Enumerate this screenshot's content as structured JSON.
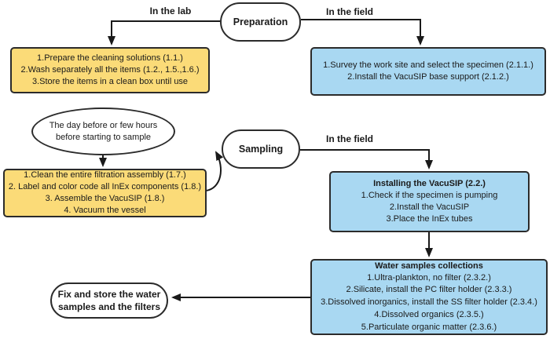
{
  "diagram": {
    "type": "flowchart",
    "colors": {
      "yellow_fill": "#FBDB78",
      "blue_fill": "#A9D8F2",
      "shape_border": "#2B2B2B",
      "arrow": "#1A1A1A",
      "background": "#FFFFFF",
      "text": "#1A1A1A"
    },
    "edge_labels": {
      "in_the_lab": "In the lab",
      "in_the_field_top": "In the field",
      "in_the_field_mid": "In the field"
    },
    "nodes": {
      "preparation": {
        "label": "Preparation"
      },
      "sampling": {
        "label": "Sampling"
      },
      "day_before": {
        "label": "The day before or few hours before starting to sample"
      },
      "fix_store": {
        "label": "Fix and store the water samples and the filters"
      },
      "lab_prep": {
        "lines": [
          "1.Prepare the cleaning solutions (1.1.)",
          "2.Wash separately all the items (1.2., 1.5.,1.6.)",
          "3.Store the items in a clean box until use"
        ]
      },
      "field_survey": {
        "lines": [
          "1.Survey the work site and select the specimen (2.1.1.)",
          "2.Install the VacuSIP base support (2.1.2.)"
        ]
      },
      "lab_assembly": {
        "lines": [
          "1.Clean the entire filtration assembly (1.7.)",
          "2. Label and color code all InEx components (1.8.)",
          "3. Assemble the VacuSIP (1.8.)",
          "4. Vacuum the vessel"
        ]
      },
      "installing": {
        "title": "Installing the VacuSIP (2.2.)",
        "lines": [
          "1.Check if the specimen is pumping",
          "2.Install the VacuSIP",
          "3.Place the InEx tubes"
        ]
      },
      "water_samples": {
        "title": "Water samples collections",
        "lines": [
          "1.Ultra-plankton, no filter (2.3.2.)",
          "2.Silicate, install the PC filter holder (2.3.3.)",
          "3.Dissolved inorganics, install the SS filter holder (2.3.4.)",
          "4.Dissolved organics (2.3.5.)",
          "5.Particulate organic matter (2.3.6.)"
        ]
      }
    }
  }
}
